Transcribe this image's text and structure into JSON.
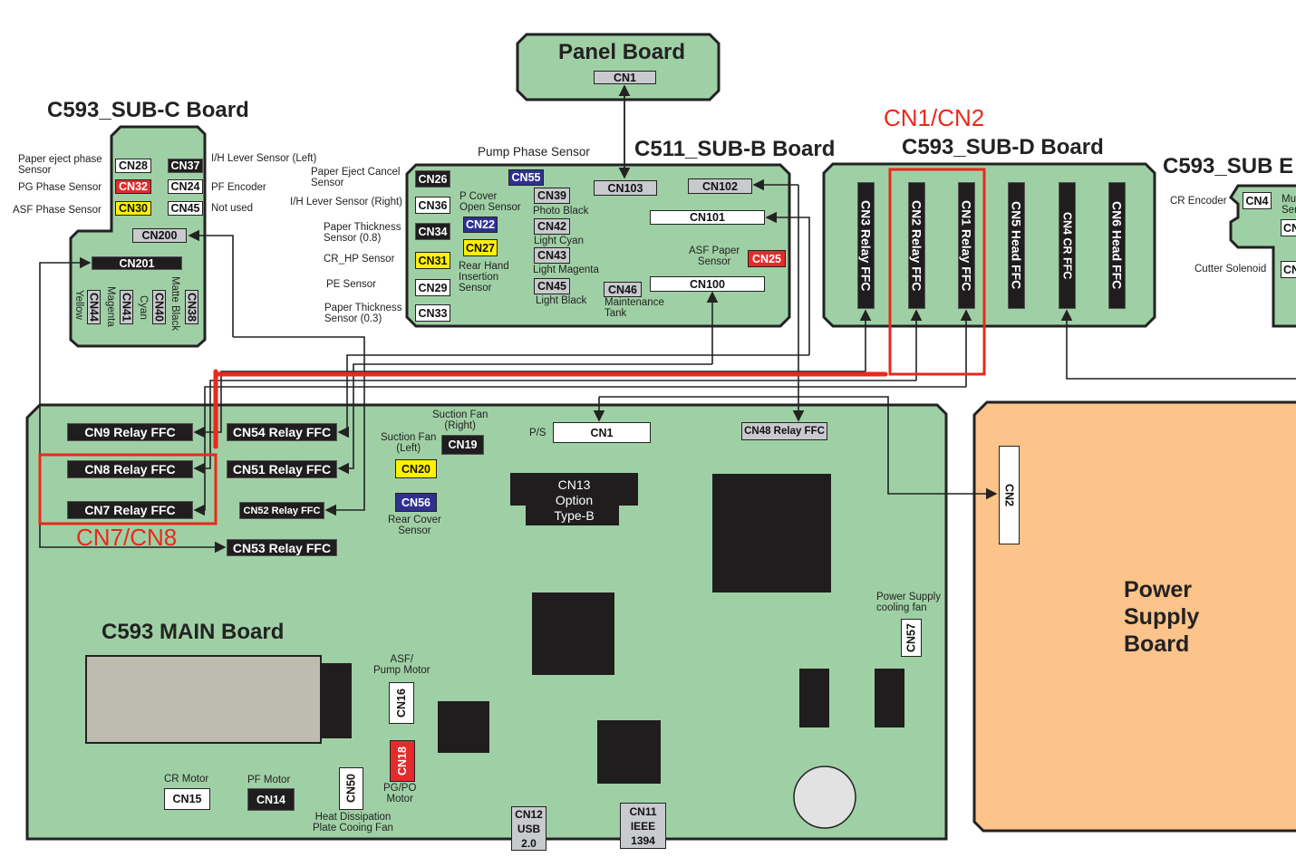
{
  "colors": {
    "board_green": "#9fd0a5",
    "power_orange": "#fcc38a",
    "highlight_red": "#e8291c",
    "connector_blue": "#2e3192",
    "connector_yellow": "#fff200",
    "connector_red": "#e32b2b",
    "connector_gray": "#c9cacd"
  },
  "panel_board": {
    "title": "Panel Board",
    "cn1": "CN1"
  },
  "sub_c": {
    "title": "C593_SUB-C Board",
    "connectors": [
      "CN28",
      "CN37",
      "CN32",
      "CN24",
      "CN30",
      "CN45",
      "CN200",
      "CN201",
      "CN44",
      "CN41",
      "CN40",
      "CN38"
    ],
    "labels": [
      "Paper eject phase\nSensor",
      "PG Phase Sensor",
      "ASF Phase Sensor",
      "I/H Lever Sensor (Left)",
      "PF Encoder",
      "Not used",
      "Yellow",
      "Magenta",
      "Cyan",
      "Matte Black"
    ]
  },
  "sub_b": {
    "title": "C511_SUB-B Board",
    "connectors": [
      "CN26",
      "CN36",
      "CN34",
      "CN31",
      "CN29",
      "CN33",
      "CN55",
      "CN22",
      "CN27",
      "CN39",
      "CN42",
      "CN43",
      "CN45",
      "CN46",
      "CN103",
      "CN102",
      "CN101",
      "CN25",
      "CN100"
    ],
    "labels": [
      "Pump Phase Sensor",
      "Paper Eject Cancel\nSensor",
      "I/H Lever Sensor (Right)",
      "Paper Thickness\nSensor (0.8)",
      "CR_HP Sensor",
      "PE Sensor",
      "Paper Thickness\nSensor (0.3)",
      "P Cover\nOpen Sensor",
      "Rear Hand\nInsertion\nSensor",
      "Photo Black",
      "Light Cyan",
      "Light Magenta",
      "Light Black",
      "Maintenance\nTank",
      "ASF Paper\nSensor"
    ]
  },
  "sub_d": {
    "title": "C593_SUB-D Board",
    "annotation": "CN1/CN2",
    "connectors": [
      "CN3 Relay FFC",
      "CN2 Relay FFC",
      "CN1 Relay FFC",
      "CN5 Head FFC",
      "CN4 CR FFC",
      "CN6 Head FFC"
    ]
  },
  "sub_e": {
    "title": "C593_SUB E",
    "labels": [
      "CR Encoder",
      "Mu\nSer",
      "Cutter Solenoid"
    ],
    "connectors": [
      "CN4",
      "CN",
      "CN"
    ]
  },
  "main": {
    "title": "C593 MAIN Board",
    "annotation": "CN7/CN8",
    "relay": [
      "CN9 Relay FFC",
      "CN8 Relay FFC",
      "CN7 Relay FFC",
      "CN54 Relay FFC",
      "CN51 Relay FFC",
      "CN52 Relay FFC",
      "CN53 Relay FFC"
    ],
    "connectors": {
      "cn19": "CN19",
      "cn20": "CN20",
      "cn56": "CN56",
      "cn1": "CN1",
      "cn48": "CN48 Relay FFC",
      "cn13": "CN13\nOption\nType-B",
      "cn57": "CN57",
      "cn16": "CN16",
      "cn18": "CN18",
      "cn50": "CN50",
      "cn15": "CN15",
      "cn14": "CN14",
      "cn12": "CN12\nUSB\n2.0",
      "cn11": "CN11\nIEEE\n1394"
    },
    "labels": {
      "suction_right": "Suction Fan\n(Right)",
      "suction_left": "Suction Fan\n(Left)",
      "rear_cover": "Rear Cover\nSensor",
      "ps": "P/S",
      "ps_fan": "Power Supply\ncooling fan",
      "asf_pump": "ASF/\nPump Motor",
      "pgpo": "PG/PO\nMotor",
      "heat": "Heat Dissipation\nPlate Cooing Fan",
      "cr_motor": "CR Motor",
      "pf_motor": "PF Motor"
    }
  },
  "power": {
    "title": "Power\nSupply\nBoard",
    "cn2": "CN2"
  }
}
